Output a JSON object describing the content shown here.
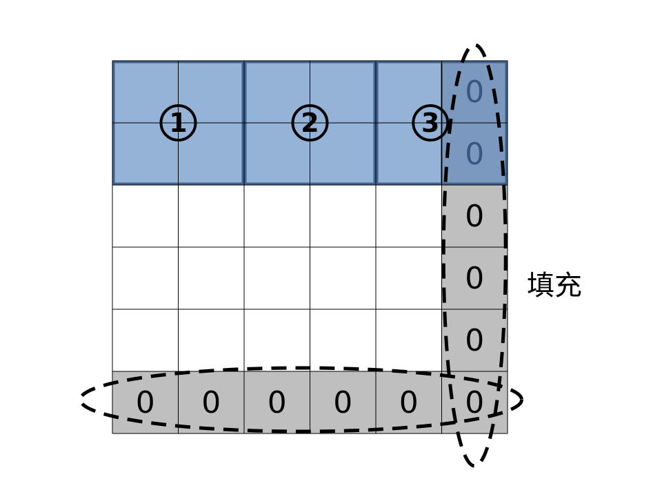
{
  "grid": {
    "rows": 6,
    "cols": 6,
    "pad_value": "0"
  },
  "windows": [
    {
      "label": "1",
      "col_start": 0,
      "col_span": 2
    },
    {
      "label": "2",
      "col_start": 2,
      "col_span": 2
    },
    {
      "label": "3",
      "col_start": 4,
      "col_span": 2
    }
  ],
  "padding_label": "填充",
  "colors": {
    "window_fill": "#95b3d7",
    "window_overlap_fill": "#7b98bf",
    "window_border": "#40628f",
    "pad_fill": "#bfbfbf",
    "grid_line": "#000000",
    "dash": "#000000"
  }
}
